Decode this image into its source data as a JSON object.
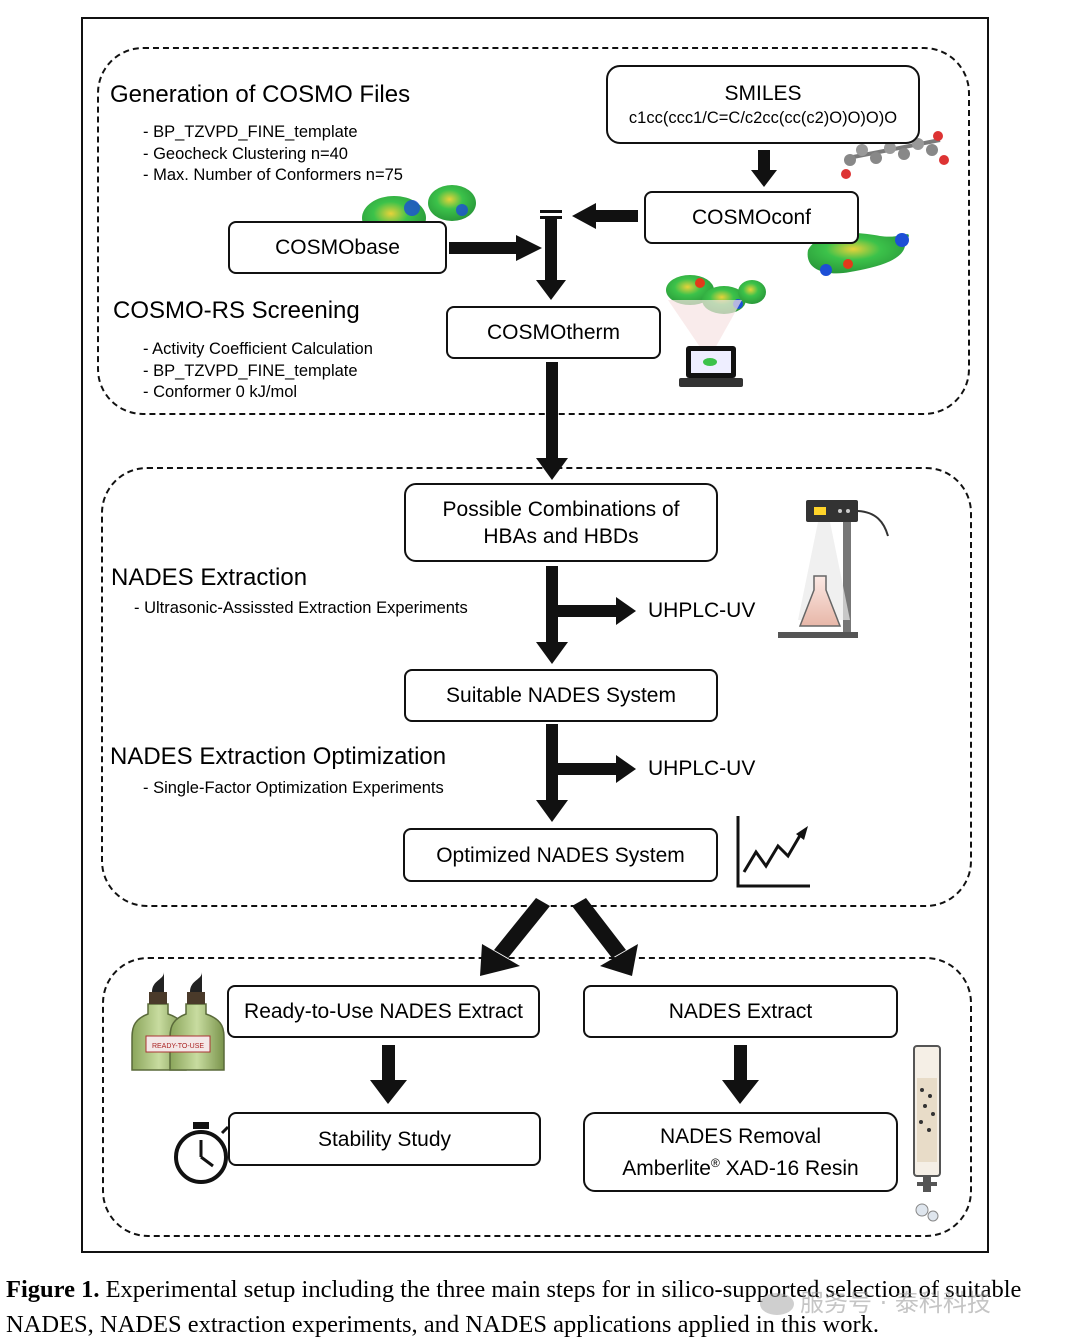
{
  "sections": {
    "cosmo": {
      "heading_generation": "Generation of COSMO Files",
      "generation_params": [
        "- BP_TZVPD_FINE_template",
        "- Geocheck Clustering n=40",
        "- Max. Number of Conformers n=75"
      ],
      "heading_screening": "COSMO-RS Screening",
      "screening_params": [
        "- Activity Coefficient Calculation",
        "- BP_TZVPD_FINE_template",
        "- Conformer 0 kJ/mol"
      ],
      "smiles_title": "SMILES",
      "smiles_value": "c1cc(ccc1/C=C/c2cc(cc(c2)O)O)O)O",
      "cosmoconf": "COSMOconf",
      "cosmobase": "COSMObase",
      "cosmotherm": "COSMOtherm"
    },
    "extraction": {
      "combinations_line1": "Possible Combinations of",
      "combinations_line2": "HBAs and HBDs",
      "heading_extraction": "NADES Extraction",
      "extraction_param": "- Ultrasonic-Assissted Extraction Experiments",
      "uhplc_1": "UHPLC-UV",
      "suitable": "Suitable NADES System",
      "heading_optimization": "NADES Extraction Optimization",
      "optimization_param": "- Single-Factor Optimization Experiments",
      "uhplc_2": "UHPLC-UV",
      "optimized": "Optimized NADES System"
    },
    "applications": {
      "ready_to_use": "Ready-to-Use NADES Extract",
      "bottle_label": "READY-TO-USE",
      "stability": "Stability Study",
      "nades_extract": "NADES Extract",
      "removal_line1": "NADES Removal",
      "removal_line2_pre": "Amberlite",
      "removal_reg": "®",
      "removal_line2_post": " XAD-16 Resin"
    }
  },
  "caption": {
    "label": "Figure 1.",
    "text": "Experimental setup including the three main steps for in silico-supported selection of suitable NADES, NADES extraction experiments, and NADES applications applied in this work."
  },
  "watermark": "服务号 · 泰科科技",
  "colors": {
    "line": "#111111",
    "molecule_green": "#3cc24a",
    "molecule_blue": "#1d4fd6",
    "molecule_red": "#e23a1a",
    "molecule_yellow": "#e8d23a"
  }
}
